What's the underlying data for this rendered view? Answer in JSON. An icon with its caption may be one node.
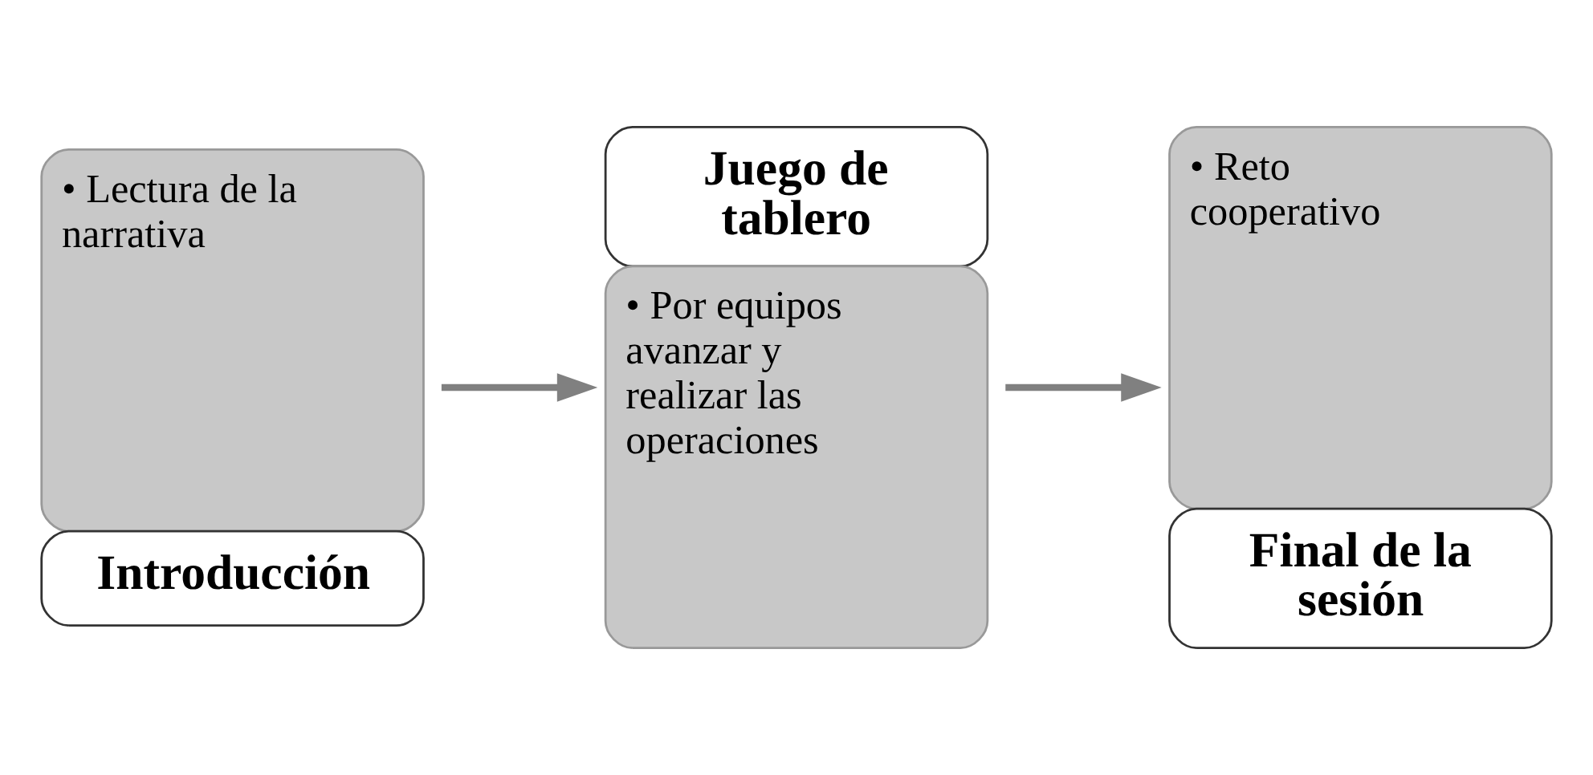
{
  "diagram": {
    "nodes": [
      {
        "text": [
          "• Lectura de la narrativa",
          "Introducción"
        ]
      },
      {
        "text": [
          "Juego de tablero",
          "• Por equipos avanzar y realizar las operaciones"
        ]
      },
      {
        "text": [
          "• Reto cooperativo",
          "Final de la sesión"
        ]
      }
    ],
    "edges": [
      {
        "from": 0,
        "to": 1,
        "arrow": "to"
      },
      {
        "from": 1,
        "to": 2,
        "arrow": "to"
      }
    ]
  }
}
